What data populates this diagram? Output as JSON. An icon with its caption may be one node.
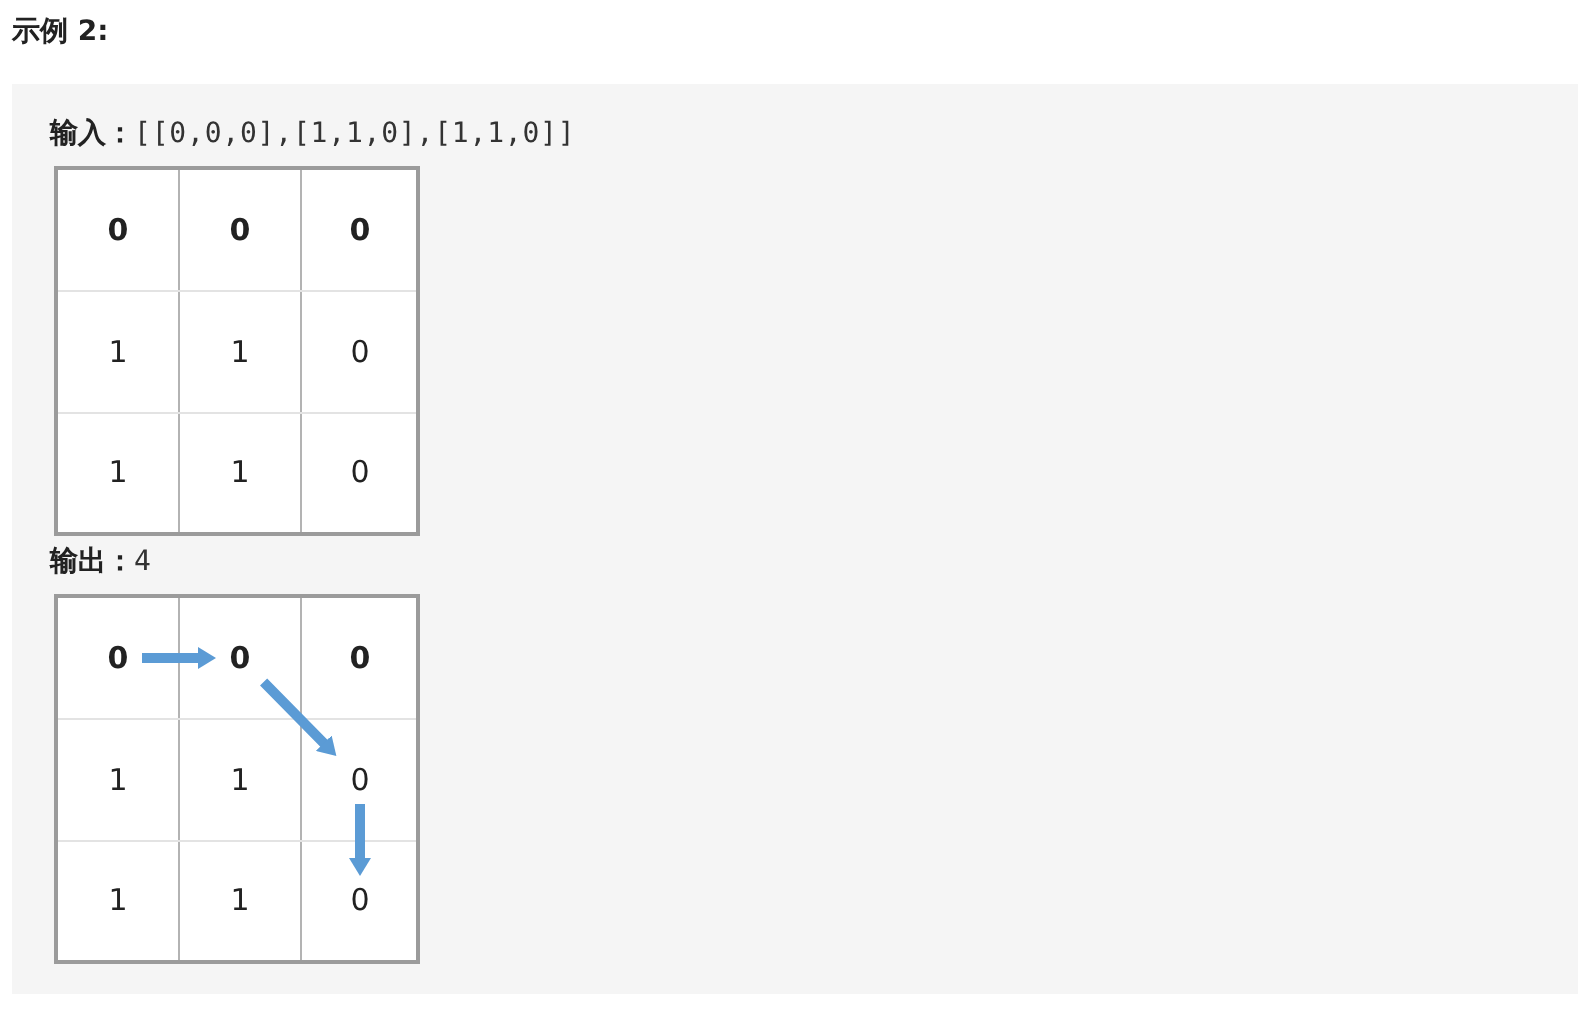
{
  "diagram": {
    "title": "示例 2:",
    "nodes": [
      {
        "text": [
          "0"
        ]
      },
      {
        "text": [
          "0"
        ]
      },
      {
        "text": [
          "0"
        ]
      },
      {
        "text": [
          "1"
        ]
      },
      {
        "text": [
          "1"
        ]
      },
      {
        "text": [
          "0"
        ]
      },
      {
        "text": [
          "1"
        ]
      },
      {
        "text": [
          "1"
        ]
      },
      {
        "text": [
          "0"
        ]
      }
    ],
    "edges": [
      {
        "from": 0,
        "to": 1,
        "arrow": "to"
      },
      {
        "from": 1,
        "to": 5,
        "arrow": "to"
      },
      {
        "from": 5,
        "to": 8,
        "arrow": "to"
      }
    ],
    "labels": [
      "**输入：**[[0,0,0],[1,1,0],[1,1,0]]",
      "0",
      "0",
      "0",
      "1",
      "1",
      "0",
      "1",
      "1",
      "0",
      "**输出：**4"
    ]
  }
}
